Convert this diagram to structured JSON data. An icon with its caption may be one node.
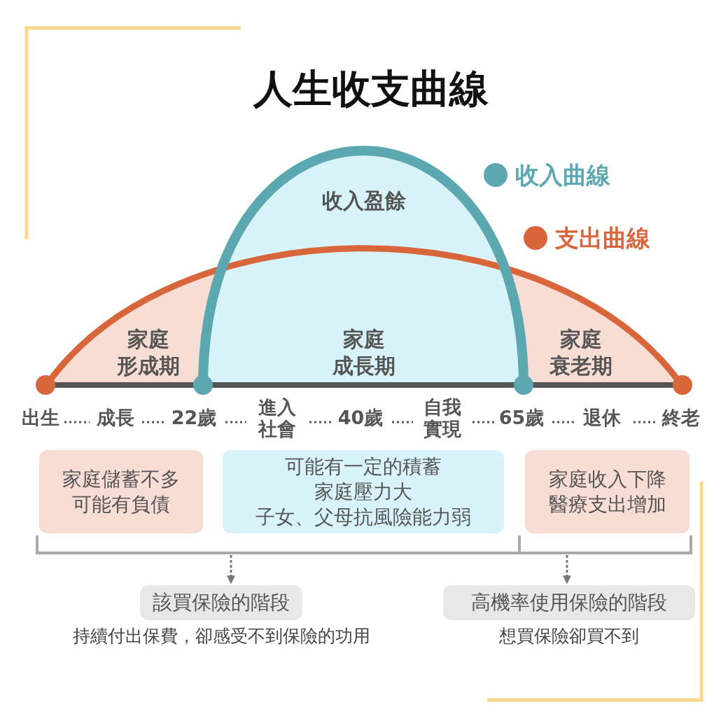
{
  "diagram": {
    "title": "人生收支曲線",
    "nodes": [
      {
        "text": [
          "家庭儲蓄不多",
          "可能有負債"
        ]
      },
      {
        "text": [
          "可能有一定的積蓄",
          "家庭壓力大",
          "子女、父母抗風險能力弱"
        ]
      },
      {
        "text": [
          "家庭收入下降",
          "醫療支出增加"
        ]
      },
      {
        "text": [],
        "shape": "bar"
      },
      {
        "text": [
          "該買保險的階段"
        ],
        "beside": [
          "持續付出保費，卻感受不到保險的功用"
        ]
      },
      {
        "text": [
          "高機率使用保險的階段"
        ],
        "beside": [
          "想買保險卻買不到"
        ]
      }
    ],
    "edges": [
      {
        "from": 3,
        "to": 4,
        "arrow": "to",
        "style": "dashed"
      },
      {
        "from": 3,
        "to": 5,
        "arrow": "to",
        "style": "dashed"
      }
    ],
    "labels": [
      "收入盈餘",
      "家庭",
      "形成期",
      "家庭",
      "成長期",
      "家庭",
      "衰老期",
      "出生",
      "成長",
      "22歲",
      "進入社會",
      "40歲",
      "自我實現",
      "65歲",
      "退休",
      "終老"
    ],
    "legend": [
      {
        "text": "收入曲線",
        "color": "#5ba8b0"
      },
      {
        "text": "支出曲線",
        "color": "#d9663a"
      }
    ]
  }
}
